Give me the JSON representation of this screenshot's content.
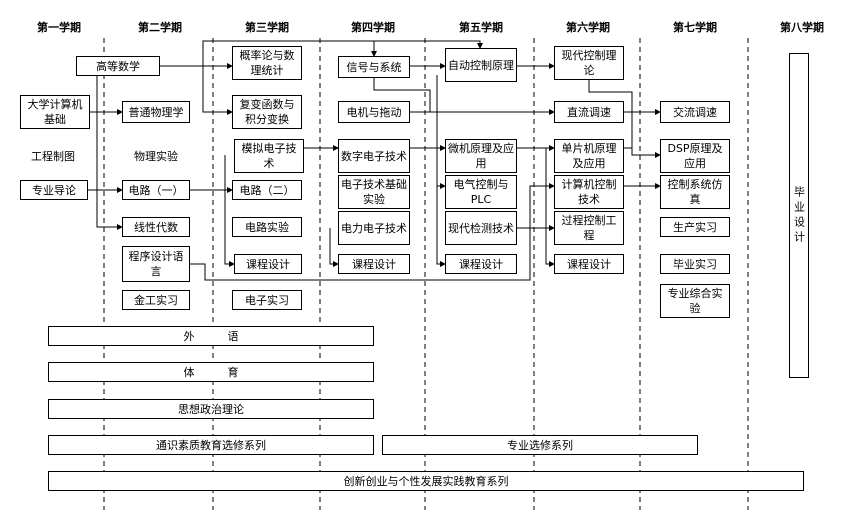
{
  "semesters": [
    "第一学期",
    "第二学期",
    "第三学期",
    "第四学期",
    "第五学期",
    "第六学期",
    "第七学期",
    "第八学期"
  ],
  "courses": {
    "s1": {
      "advanced_math": "高等数学",
      "intro_computer": "大学计算机基础",
      "engineering_drawing": "工程制图",
      "major_intro": "专业导论"
    },
    "s2": {
      "general_physics": "普通物理学",
      "physics_lab": "物理实验",
      "circuits_1": "电路（一）",
      "linear_algebra": "线性代数",
      "programming_language": "程序设计语言",
      "metalworking_practice": "金工实习"
    },
    "s3": {
      "probability_statistics": "概率论与数理统计",
      "complex_functions": "复变函数与积分变换",
      "analog_electronics": "模拟电子技术",
      "circuits_2": "电路（二）",
      "circuit_lab": "电路实验",
      "course_design": "课程设计",
      "electronics_practice": "电子实习"
    },
    "s4": {
      "signals_systems": "信号与系统",
      "motors_drives": "电机与拖动",
      "digital_electronics": "数字电子技术",
      "electronics_basic_lab": "电子技术基础实验",
      "power_electronics": "电力电子技术",
      "course_design": "课程设计"
    },
    "s5": {
      "automatic_control": "自动控制原理",
      "microcomputer": "微机原理及应用",
      "electrical_plc": "电气控制与PLC",
      "modern_detection": "现代检测技术",
      "course_design": "课程设计"
    },
    "s6": {
      "modern_control": "现代控制理论",
      "dc_speed": "直流调速",
      "mcu": "单片机原理及应用",
      "computer_control": "计算机控制技术",
      "process_control": "过程控制工程",
      "course_design": "课程设计"
    },
    "s7": {
      "ac_speed": "交流调速",
      "dsp": "DSP原理及应用",
      "control_simulation": "控制系统仿真",
      "production_practice": "生产实习",
      "graduation_practice": "毕业实习",
      "comprehensive_experiment": "专业综合实验"
    },
    "s8": {
      "graduation_design": "毕业设计"
    }
  },
  "series": {
    "foreign_language": "外　　　语",
    "physical_education": "体　　　育",
    "ideology_politics": "思想政治理论",
    "general_education": "通识素质教育选修系列",
    "major_electives": "专业选修系列",
    "innovation_practice": "创新创业与个性发展实践教育系列"
  }
}
